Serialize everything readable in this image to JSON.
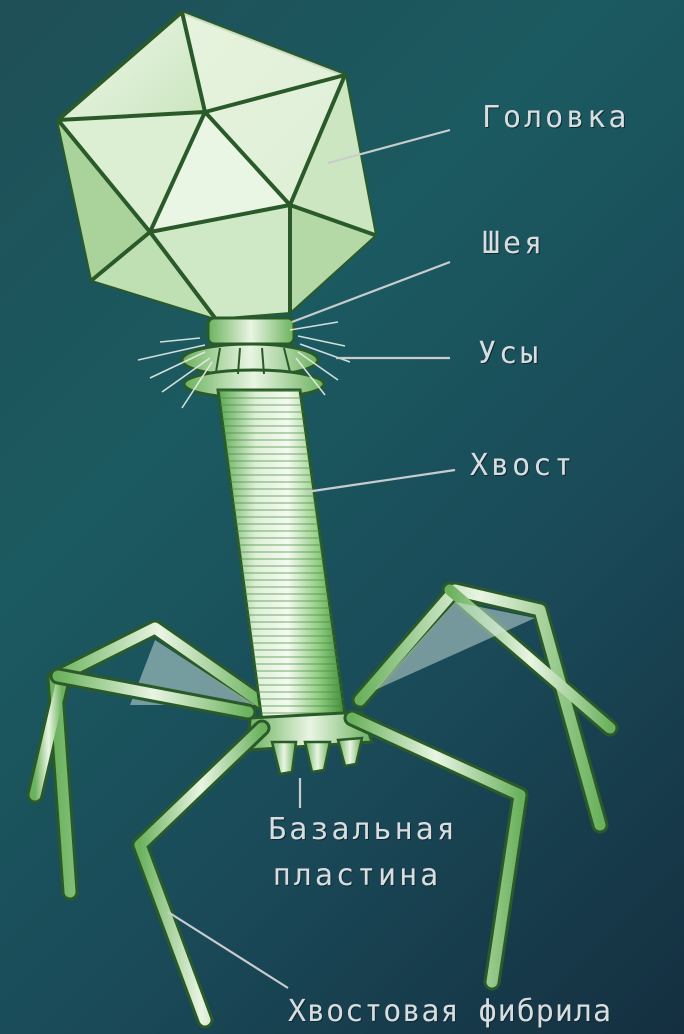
{
  "labels": {
    "head": "Головка",
    "neck": "Шея",
    "whiskers": "Усы",
    "tail": "Хвост",
    "baseplate_line1": "Базальная",
    "baseplate_line2": "пластина",
    "tail_fiber": "Хвостовая фибрила"
  },
  "colors": {
    "background_top": "#1f4f57",
    "background_bottom": "#142f40",
    "body_light": "#e6f3e0",
    "body_mid": "#a9d39a",
    "body_dark": "#3e8a3a",
    "outline": "#2a5a2a",
    "pointer_line": "#c9ccce",
    "label_text": "#d9dde0"
  }
}
